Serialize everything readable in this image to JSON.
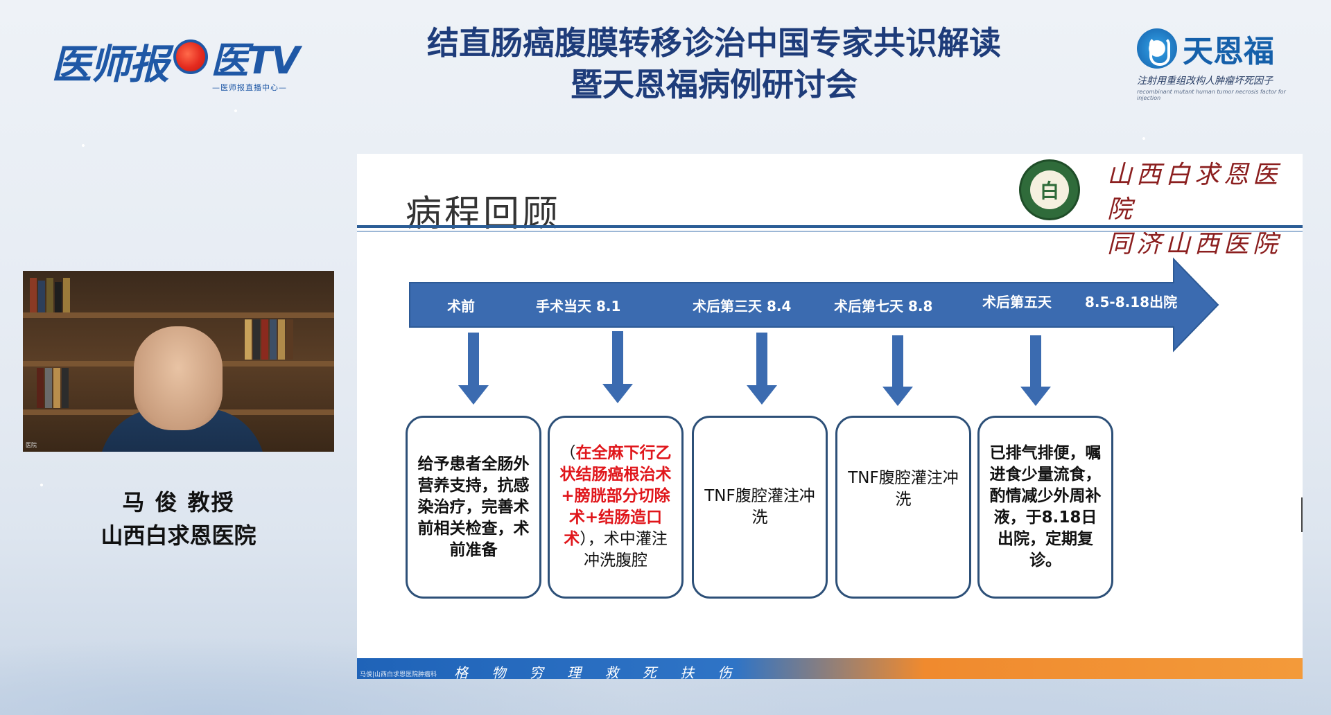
{
  "header": {
    "left_logo_text": "医师报",
    "etv_text": "医TV",
    "etv_sub": "—医师报直播中心—",
    "title_line1": "结直肠癌腹膜转移诊治中国专家共识解读",
    "title_line2": "暨天恩福病例研讨会",
    "right_logo_name": "天恩福",
    "right_logo_sub": "注射用重组改构人肿瘤坏死因子",
    "right_logo_sub_en": "recombinant mutant human tumor necrosis factor for injection"
  },
  "speaker": {
    "name": "马 俊 教授",
    "hospital": "山西白求恩医院",
    "video_tag": "医院"
  },
  "slide": {
    "title": "病程回顾",
    "hospital_calli_line1": "山西白求恩医院",
    "hospital_calli_line2": "同济山西医院",
    "seal_glyph": "白",
    "stages": [
      {
        "label": "术前"
      },
      {
        "label": "手术当天  8.1"
      },
      {
        "label": "术后第三天 8.4"
      },
      {
        "label": "术后第七天 8.8"
      },
      {
        "label": "术后第五天"
      },
      {
        "label": "8.5-8.18出院"
      }
    ],
    "boxes": [
      {
        "text": "给予患者全肠外营养支持，抗感染治疗，完善术前相关检查，术前准备"
      },
      {
        "red": "在全麻下行乙状结肠癌根治术+膀胱部分切除术+结肠造口术",
        "pre": "（",
        "post": "），术中灌注冲洗腹腔"
      },
      {
        "text": "TNF腹腔灌注冲洗"
      },
      {
        "text": "TNF腹腔灌注冲洗"
      },
      {
        "text": "已排气排便，嘱进食少量流食，酌情减少外周补液，于8.18日出院，定期复诊。"
      }
    ],
    "footer_text": "格 物 穷 理   救 死 扶 伤",
    "footer_tiny": "马俊|山西白求恩医院肿瘤科"
  },
  "colors": {
    "title_blue": "#1e3c7a",
    "arrow_blue": "#3b6bb0",
    "box_border": "#2d5078",
    "red": "#e0161b"
  }
}
